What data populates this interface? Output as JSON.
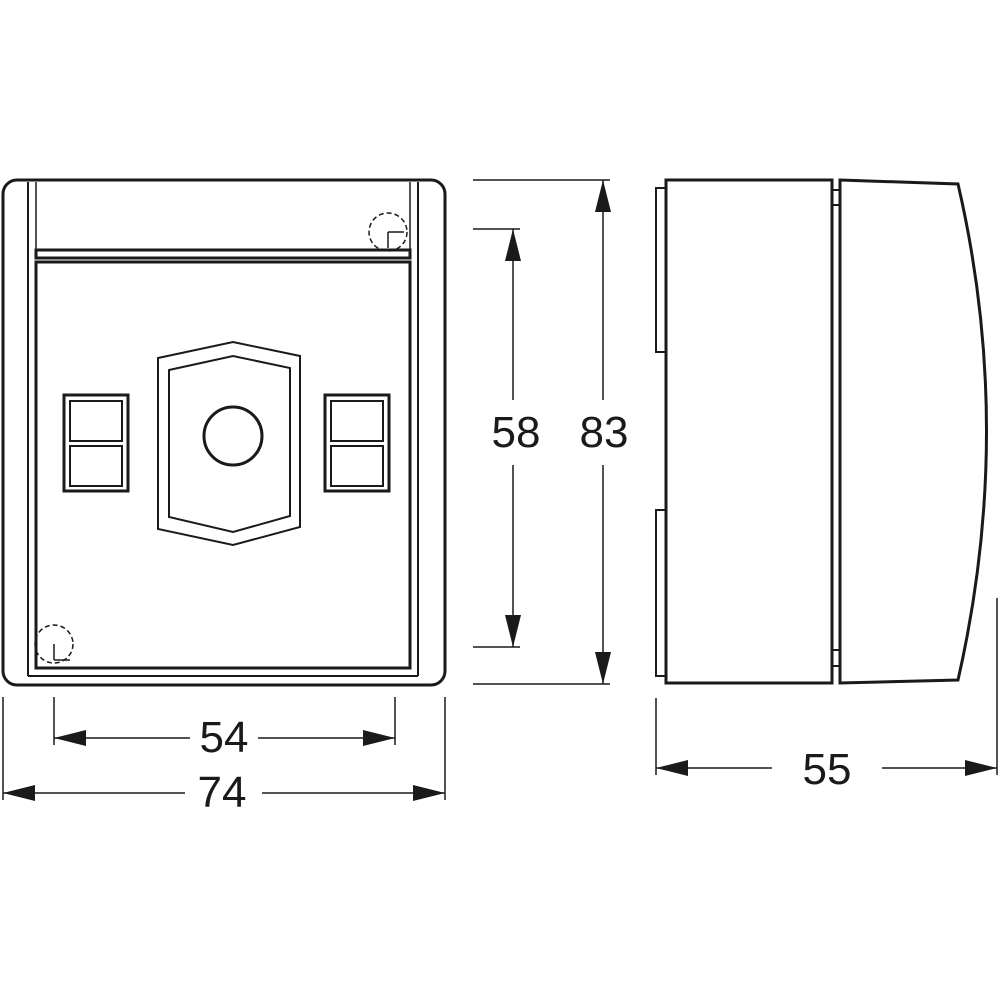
{
  "dimensions": {
    "front_inner_width": "54",
    "front_outer_width": "74",
    "inner_height": "58",
    "outer_height": "83",
    "side_depth": "55"
  },
  "colors": {
    "line": "#1a1a1a",
    "background": "#ffffff"
  }
}
